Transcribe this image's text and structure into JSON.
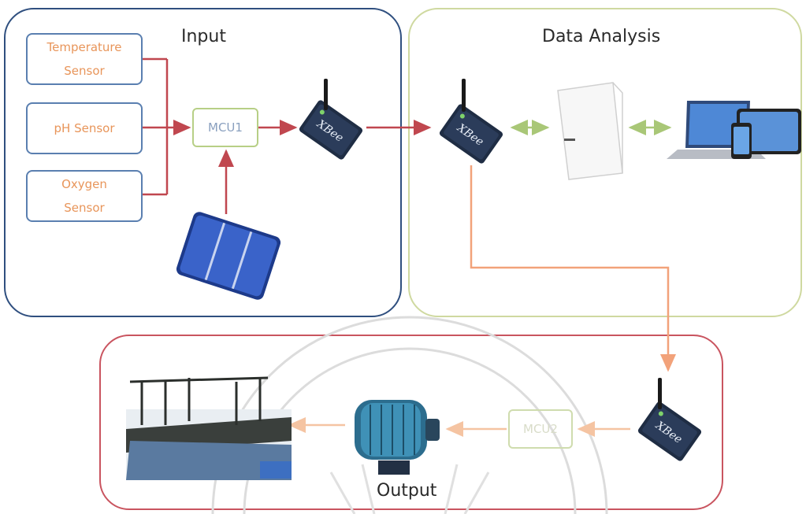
{
  "panels": {
    "input": {
      "title": "Input",
      "border_color": "#2f4f7f"
    },
    "analysis": {
      "title": "Data Analysis",
      "border_color": "#cfd9a0"
    },
    "output": {
      "title": "Output",
      "border_color": "#c9545f"
    }
  },
  "sensors": [
    {
      "line1": "Temperature",
      "line2": "Sensor"
    },
    {
      "line1": "pH Sensor",
      "line2": ""
    },
    {
      "line1": "Oxygen",
      "line2": "Sensor"
    }
  ],
  "mcu1": {
    "label": "MCU1"
  },
  "mcu2": {
    "label": "MCU2"
  },
  "xbee": {
    "brand": "XBee"
  },
  "colors": {
    "sensor_text": "#e8955a",
    "sensor_border": "#5a7fb0",
    "mcu_border": "#b7cf86",
    "link_red": "#c0474f",
    "link_orange": "#f2a27a",
    "link_green": "#a9c777",
    "output_flow": "#f5c4a2"
  },
  "icons": [
    "antenna-module-icon",
    "solar-panel-icon",
    "server-icon",
    "laptop-icon",
    "tablet-icon",
    "phone-icon",
    "electric-motor-icon",
    "paddlewheel-aerator-icon",
    "watermark-seal-icon"
  ]
}
